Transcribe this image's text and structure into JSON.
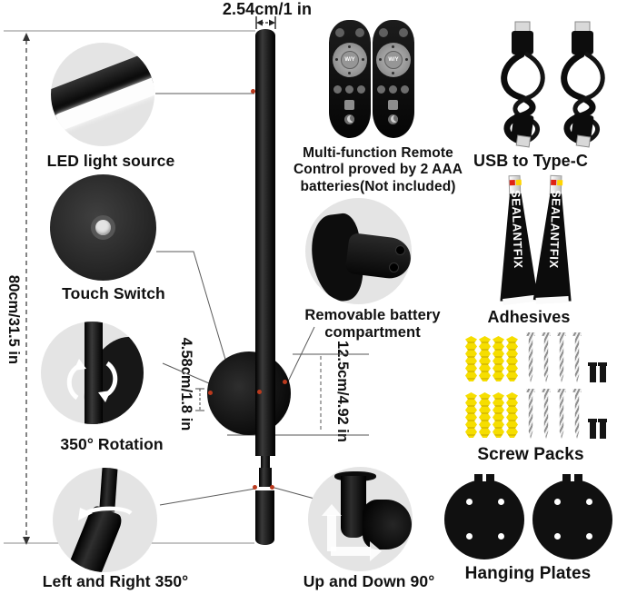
{
  "dimensions": {
    "pole_width": "2.54cm/1 in",
    "pole_height": "80cm/31.5 in",
    "mount_depth": "4.58cm/1.8 in",
    "mount_diameter": "12.5cm/4.92 in"
  },
  "features": {
    "led": "LED light source",
    "touch": "Touch Switch",
    "rotation": "350° Rotation",
    "left_right": "Left and Right 350°",
    "up_down": "Up and Down 90°",
    "battery": "Removable battery\ncompartment"
  },
  "accessories": {
    "remote": {
      "label": "Multi-function Remote\nControl proved by 2 AAA\nbatteries(Not included)",
      "center_button": "W/Y"
    },
    "usb_label": "USB to Type-C",
    "adhesives": {
      "label": "Adhesives",
      "tube_text": "SEALANTFIX"
    },
    "screws_label": "Screw Packs",
    "plates_label": "Hanging Plates"
  },
  "colors": {
    "product_black": "#0d0d0d",
    "callout_circle_bg": "#e4e4e4",
    "marker_red": "#bb3a1e",
    "anchor_yellow": "#f6de00",
    "led_white": "#fdfdfd"
  }
}
